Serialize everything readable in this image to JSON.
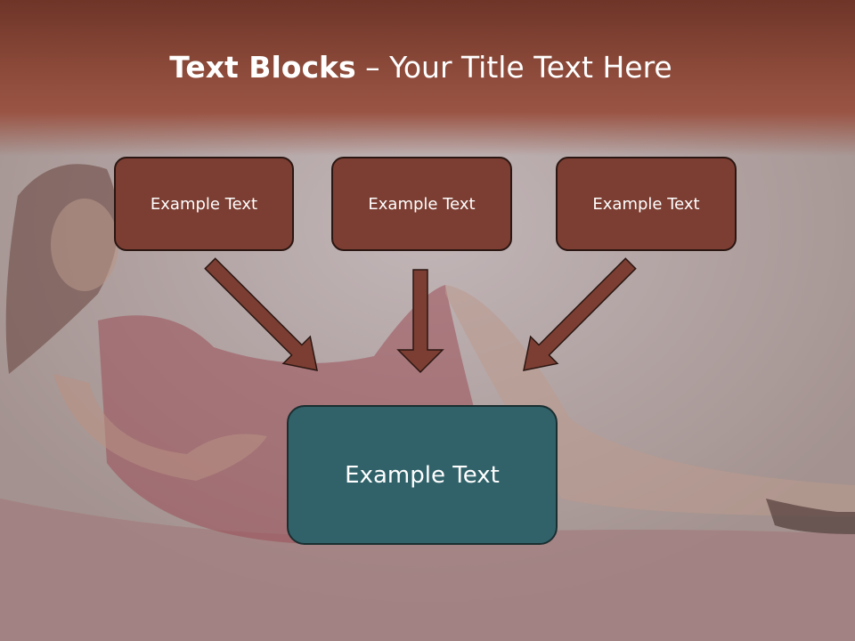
{
  "slide": {
    "title_bold": "Text Blocks",
    "title_sep": " – ",
    "title_rest": "Your Title Text Here"
  },
  "diagram": {
    "source_boxes": [
      {
        "label": "Example Text"
      },
      {
        "label": "Example Text"
      },
      {
        "label": "Example Text"
      }
    ],
    "target_box": {
      "label": "Example Text"
    },
    "colors": {
      "source_fill": "#7c3e32",
      "target_fill": "#31626a",
      "arrow_fill": "#7c3e32",
      "title_band": "#8c4a3a"
    }
  }
}
